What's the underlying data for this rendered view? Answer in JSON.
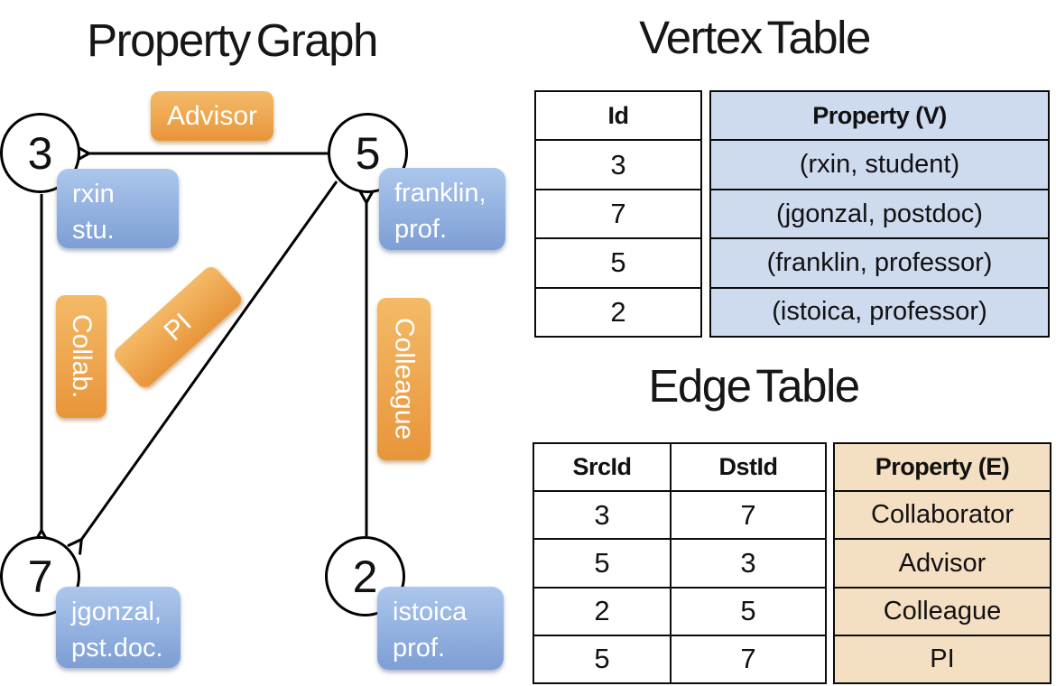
{
  "graph": {
    "title": "Property Graph",
    "nodes": [
      {
        "id": "3",
        "line1": "rxin",
        "line2": "stu."
      },
      {
        "id": "5",
        "line1": "franklin,",
        "line2": "prof."
      },
      {
        "id": "7",
        "line1": "jgonzal,",
        "line2": "pst.doc."
      },
      {
        "id": "2",
        "line1": "istoica",
        "line2": "prof."
      }
    ],
    "edges": [
      {
        "src": "5",
        "dst": "3",
        "label": "Advisor"
      },
      {
        "src": "3",
        "dst": "7",
        "label": "Collab."
      },
      {
        "src": "5",
        "dst": "7",
        "label": "PI"
      },
      {
        "src": "2",
        "dst": "5",
        "label": "Colleague"
      }
    ]
  },
  "vertex_table": {
    "title": "Vertex Table",
    "headers": {
      "id": "Id",
      "property": "Property (V)"
    },
    "rows": [
      {
        "id": "3",
        "property": "(rxin, student)"
      },
      {
        "id": "7",
        "property": "(jgonzal, postdoc)"
      },
      {
        "id": "5",
        "property": "(franklin, professor)"
      },
      {
        "id": "2",
        "property": "(istoica, professor)"
      }
    ]
  },
  "edge_table": {
    "title": "Edge Table",
    "headers": {
      "src": "SrcId",
      "dst": "DstId",
      "property": "Property (E)"
    },
    "rows": [
      {
        "src": "3",
        "dst": "7",
        "property": "Collaborator"
      },
      {
        "src": "5",
        "dst": "3",
        "property": "Advisor"
      },
      {
        "src": "2",
        "dst": "5",
        "property": "Colleague"
      },
      {
        "src": "5",
        "dst": "7",
        "property": "PI"
      }
    ]
  },
  "colors": {
    "edge_stroke": "#000000",
    "node_fill": "#ffffff",
    "vertex_property_fill": "#CEDAEE",
    "edge_property_fill": "#F5DFC3",
    "blue_box_top": "#ACC7EC",
    "blue_box_bottom": "#7D9ED5",
    "orange_badge_top": "#F4BA67",
    "orange_badge_bottom": "#E8953A"
  }
}
